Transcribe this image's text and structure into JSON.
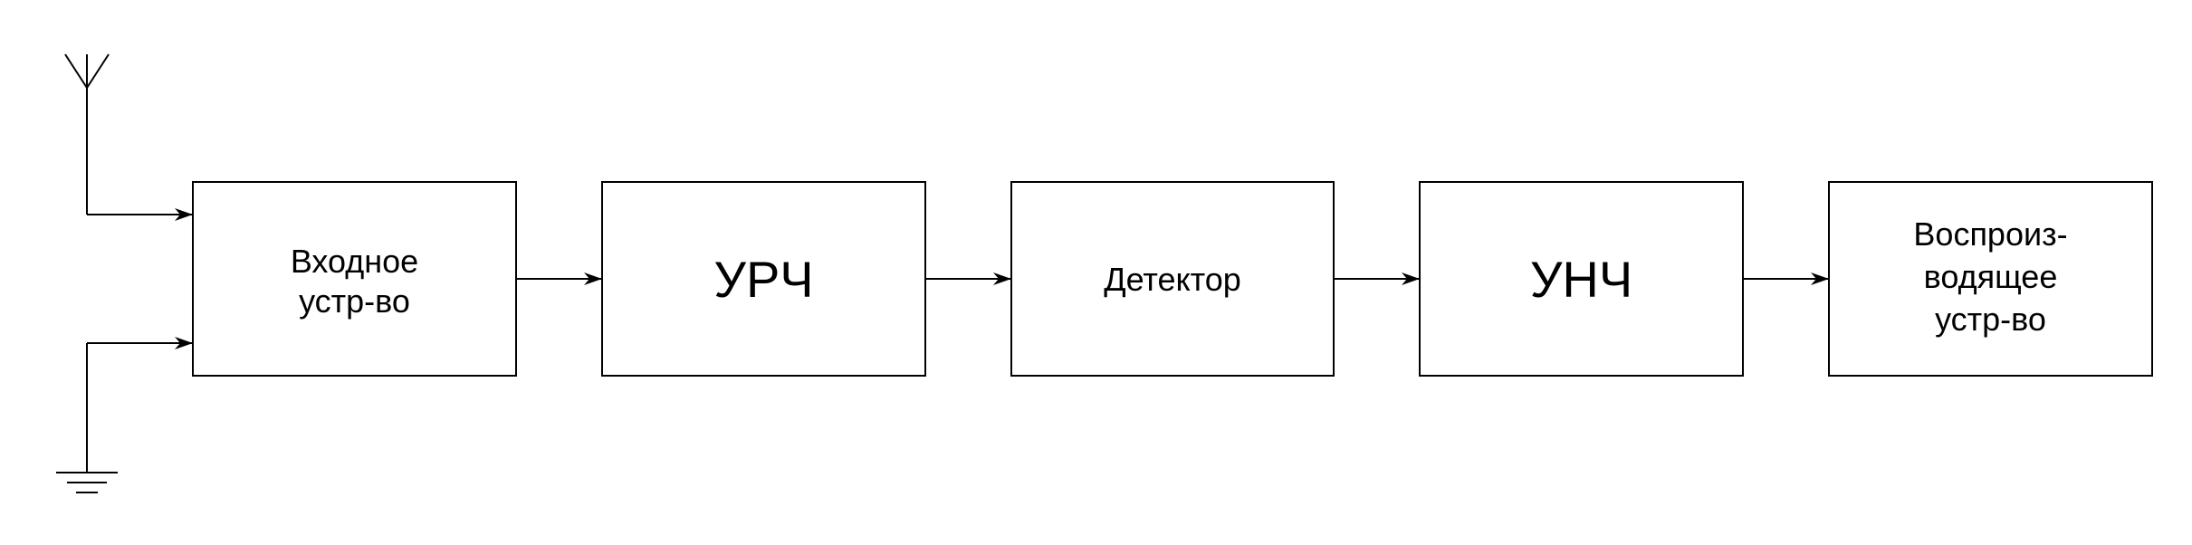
{
  "diagram": {
    "blocks": [
      {
        "id": "input",
        "lines": [
          "Входное",
          "устр-во"
        ]
      },
      {
        "id": "rf-amp",
        "lines": [
          "УРЧ"
        ]
      },
      {
        "id": "detector",
        "lines": [
          "Детектор"
        ]
      },
      {
        "id": "af-amp",
        "lines": [
          "УНЧ"
        ]
      },
      {
        "id": "output",
        "lines": [
          "Воспроиз-",
          "водящее",
          "устр-во"
        ]
      }
    ],
    "colors": {
      "stroke": "#000000",
      "background": "#ffffff"
    }
  }
}
